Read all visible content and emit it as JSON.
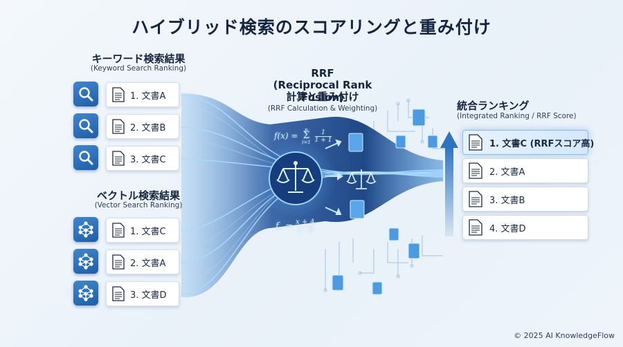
{
  "title": "ハイブリッド検索のスコアリングと重み付け",
  "keyword_section": {
    "title": "キーワード検索結果",
    "subtitle": "(Keyword Search Ranking)",
    "items": [
      "1. 文書A",
      "2. 文書B",
      "3. 文書C"
    ]
  },
  "vector_section": {
    "title": "ベクトル検索結果",
    "subtitle": "(Vector Search Ranking)",
    "items": [
      "1. 文書C",
      "2. 文書A",
      "3. 文書D"
    ]
  },
  "rrf": {
    "title_line1": "RRF",
    "title_line2": "(Reciprocal Rank Fusion)",
    "title_line3": "計算と重み付け",
    "subtitle": "(RRF Calculation & Weighting)",
    "formula_1_lhs": "f(x) =",
    "formula_1_sum_top": "n",
    "formula_1_sum_bottom": "i=1",
    "formula_1_num": "1",
    "formula_1_den": "1 + 1",
    "formula_2_lhs": "f",
    "formula_2_sub": "n",
    "formula_2_num": "x + A",
    "formula_2_den": "x - B"
  },
  "integrated_section": {
    "title": "統合ランキング",
    "subtitle": "(Integrated Ranking / RRF Score)",
    "items": [
      "1. 文書C (RRFスコア高)",
      "2. 文書A",
      "3. 文書B",
      "4. 文書D"
    ]
  },
  "copyright": "© 2025 AI KnowledgeFlow",
  "colors": {
    "accent": "#1f5ea8",
    "flow_light": "#9fd4ff",
    "flow_dark": "#1e4f9a",
    "arrow": "#2f74c0"
  },
  "icons": {
    "keyword": "magnifier-icon",
    "vector": "neural-network-icon",
    "document": "document-icon",
    "balance": "balance-scale-icon"
  }
}
